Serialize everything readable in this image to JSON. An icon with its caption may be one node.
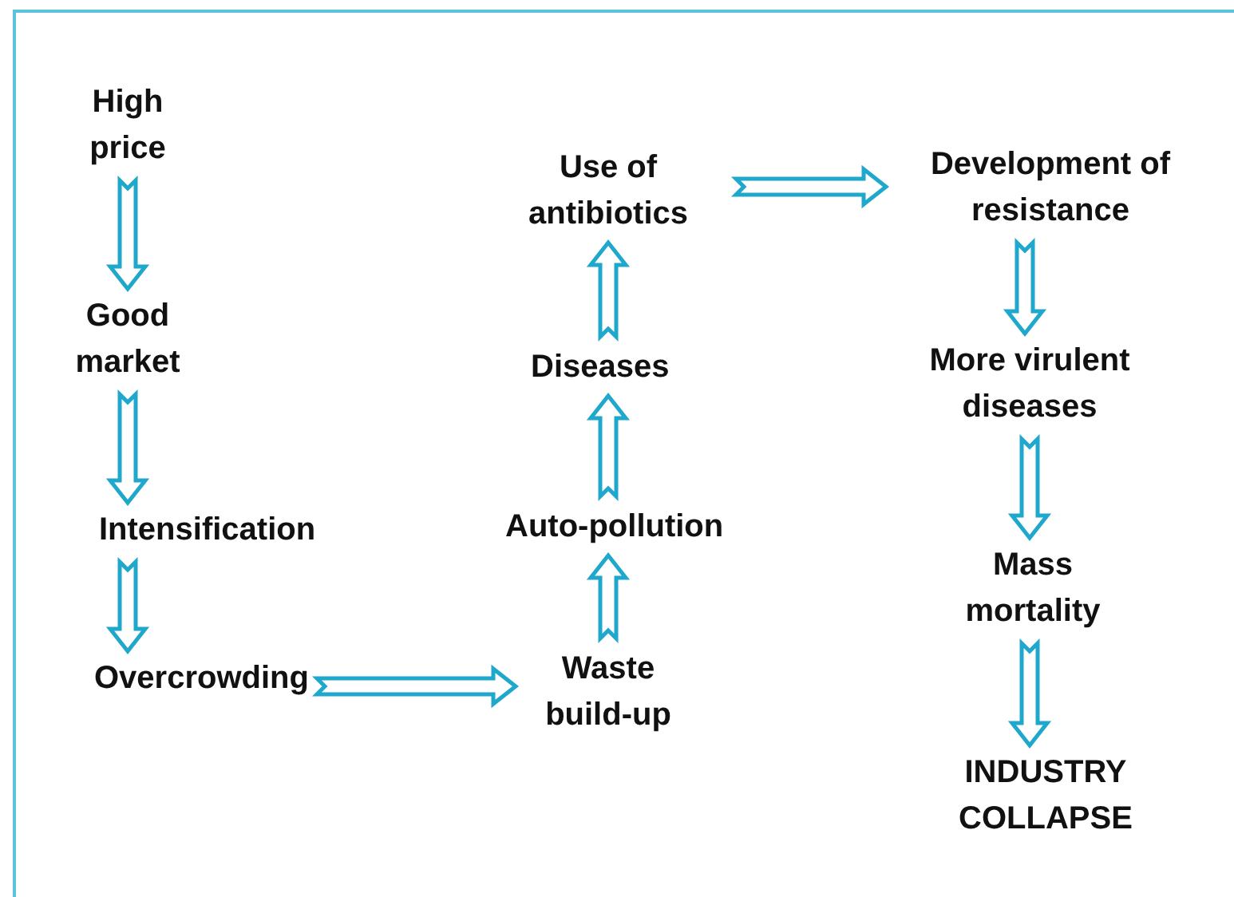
{
  "diagram": {
    "nodes": [
      {
        "text": [
          "High price"
        ]
      },
      {
        "text": [
          "Good market"
        ]
      },
      {
        "text": [
          "Intensification"
        ]
      },
      {
        "text": [
          "Overcrowding"
        ]
      },
      {
        "text": [
          "Waste build-up"
        ]
      },
      {
        "text": [
          "Auto-pollution"
        ]
      },
      {
        "text": [
          "Diseases"
        ]
      },
      {
        "text": [
          "Use of antibiotics"
        ]
      },
      {
        "text": [
          "Development of resistance"
        ]
      },
      {
        "text": [
          "More virulent diseases"
        ]
      },
      {
        "text": [
          "Mass mortality"
        ]
      },
      {
        "text": [
          "INDUSTRY COLLAPSE"
        ]
      }
    ],
    "edges": [
      {
        "from": 0,
        "to": 1,
        "arrow": "to"
      },
      {
        "from": 1,
        "to": 2,
        "arrow": "to"
      },
      {
        "from": 2,
        "to": 3,
        "arrow": "to"
      },
      {
        "from": 3,
        "to": 4,
        "arrow": "to"
      },
      {
        "from": 4,
        "to": 5,
        "arrow": "to"
      },
      {
        "from": 5,
        "to": 6,
        "arrow": "to"
      },
      {
        "from": 6,
        "to": 7,
        "arrow": "to"
      },
      {
        "from": 7,
        "to": 8,
        "arrow": "to"
      },
      {
        "from": 8,
        "to": 9,
        "arrow": "to"
      },
      {
        "from": 9,
        "to": 10,
        "arrow": "to"
      },
      {
        "from": 10,
        "to": 11,
        "arrow": "to"
      }
    ]
  }
}
